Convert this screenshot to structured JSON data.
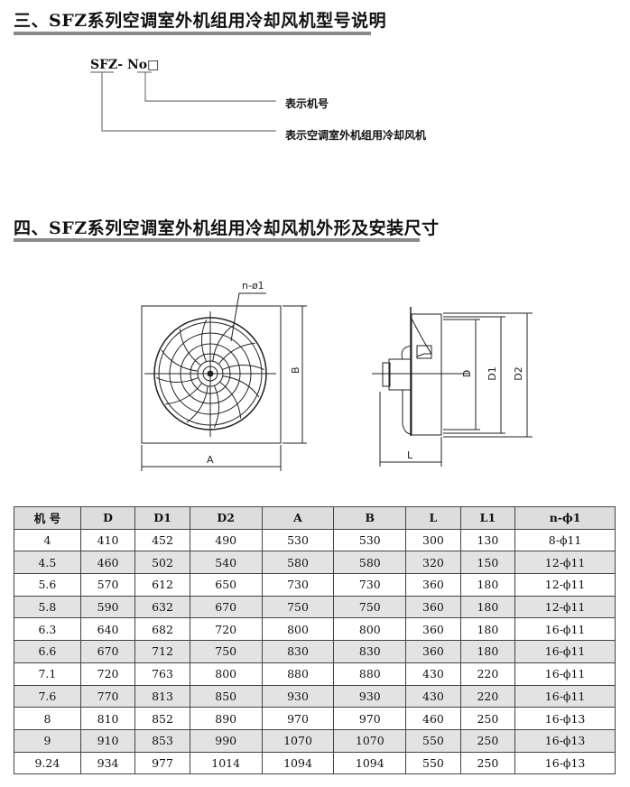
{
  "section3": {
    "title": "三、SFZ系列空调室外机组用冷却风机型号说明",
    "model_code": "SFZ- No□",
    "label_number": "表示机号",
    "label_type": "表示空调室外机组用冷却风机"
  },
  "section4": {
    "title": "四、SFZ系列空调室外机组用冷却风机外形及安装尺寸",
    "drawing_labels": {
      "hole": "n-ø1",
      "A": "A",
      "B": "B",
      "D": "D",
      "D1": "D1",
      "D2": "D2",
      "L": "L"
    }
  },
  "table": {
    "headers": [
      "机 号",
      "D",
      "D1",
      "D2",
      "A",
      "B",
      "L",
      "L1",
      "n-ϕ1"
    ],
    "rows": [
      [
        "4",
        "410",
        "452",
        "490",
        "530",
        "530",
        "300",
        "130",
        "8-ϕ11"
      ],
      [
        "4.5",
        "460",
        "502",
        "540",
        "580",
        "580",
        "320",
        "150",
        "12-ϕ11"
      ],
      [
        "5.6",
        "570",
        "612",
        "650",
        "730",
        "730",
        "360",
        "180",
        "12-ϕ11"
      ],
      [
        "5.8",
        "590",
        "632",
        "670",
        "750",
        "750",
        "360",
        "180",
        "12-ϕ11"
      ],
      [
        "6.3",
        "640",
        "682",
        "720",
        "800",
        "800",
        "360",
        "180",
        "16-ϕ11"
      ],
      [
        "6.6",
        "670",
        "712",
        "750",
        "830",
        "830",
        "360",
        "180",
        "16-ϕ11"
      ],
      [
        "7.1",
        "720",
        "763",
        "800",
        "880",
        "880",
        "430",
        "220",
        "16-ϕ11"
      ],
      [
        "7.6",
        "770",
        "813",
        "850",
        "930",
        "930",
        "430",
        "220",
        "16-ϕ11"
      ],
      [
        "8",
        "810",
        "852",
        "890",
        "970",
        "970",
        "460",
        "250",
        "16-ϕ13"
      ],
      [
        "9",
        "910",
        "853",
        "990",
        "1070",
        "1070",
        "550",
        "250",
        "16-ϕ13"
      ],
      [
        "9.24",
        "934",
        "977",
        "1014",
        "1094",
        "1094",
        "550",
        "250",
        "16-ϕ13"
      ]
    ]
  }
}
